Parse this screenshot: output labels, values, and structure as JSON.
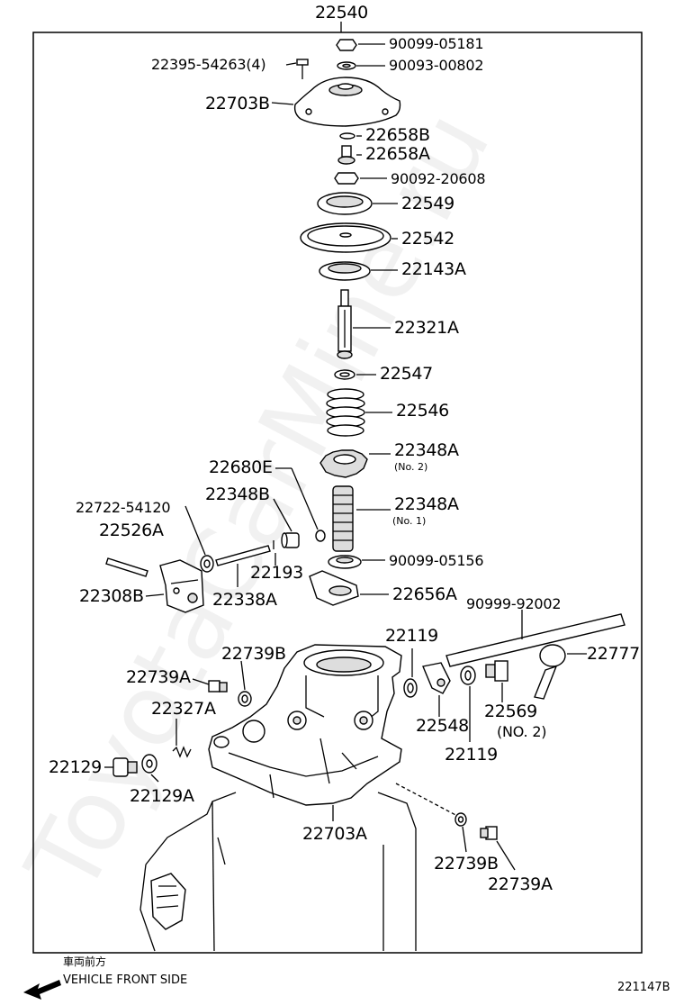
{
  "assembly_number": "22540",
  "parts": [
    {
      "id": "p-90099-05181",
      "label": "90099-05181"
    },
    {
      "id": "p-90093-00802",
      "label": "90093-00802"
    },
    {
      "id": "p-22395-54263",
      "label": "22395-54263(4)"
    },
    {
      "id": "p-22703B",
      "label": "22703B"
    },
    {
      "id": "p-22658B",
      "label": "22658B"
    },
    {
      "id": "p-22658A",
      "label": "22658A"
    },
    {
      "id": "p-90092-20608",
      "label": "90092-20608"
    },
    {
      "id": "p-22549",
      "label": "22549"
    },
    {
      "id": "p-22542",
      "label": "22542"
    },
    {
      "id": "p-22143A",
      "label": "22143A"
    },
    {
      "id": "p-22321A",
      "label": "22321A"
    },
    {
      "id": "p-22547",
      "label": "22547"
    },
    {
      "id": "p-22546",
      "label": "22546"
    },
    {
      "id": "p-22348A-no2",
      "label": "22348A",
      "note": "(No. 2)"
    },
    {
      "id": "p-22680E",
      "label": "22680E"
    },
    {
      "id": "p-22348B",
      "label": "22348B"
    },
    {
      "id": "p-22348A-no1",
      "label": "22348A",
      "note": "(No. 1)"
    },
    {
      "id": "p-22722-54120",
      "label": "22722-54120"
    },
    {
      "id": "p-22526A",
      "label": "22526A"
    },
    {
      "id": "p-90099-05156",
      "label": "90099-05156"
    },
    {
      "id": "p-22193",
      "label": "22193"
    },
    {
      "id": "p-22308B",
      "label": "22308B"
    },
    {
      "id": "p-22338A",
      "label": "22338A"
    },
    {
      "id": "p-22656A",
      "label": "22656A"
    },
    {
      "id": "p-90999-92002",
      "label": "90999-92002"
    },
    {
      "id": "p-22119-top",
      "label": "22119"
    },
    {
      "id": "p-22777",
      "label": "22777"
    },
    {
      "id": "p-22739B-top",
      "label": "22739B"
    },
    {
      "id": "p-22739A-top",
      "label": "22739A"
    },
    {
      "id": "p-22327A",
      "label": "22327A"
    },
    {
      "id": "p-22548",
      "label": "22548"
    },
    {
      "id": "p-22569",
      "label": "22569",
      "note": "(NO. 2)"
    },
    {
      "id": "p-22119-bottom",
      "label": "22119"
    },
    {
      "id": "p-22129",
      "label": "22129"
    },
    {
      "id": "p-22129A",
      "label": "22129A"
    },
    {
      "id": "p-22703A",
      "label": "22703A"
    },
    {
      "id": "p-22739B-bottom",
      "label": "22739B"
    },
    {
      "id": "p-22739A-bottom",
      "label": "22739A"
    }
  ],
  "direction": {
    "japanese": "車両前方",
    "english": "VEHICLE FRONT SIDE"
  },
  "figure_number": "221147B",
  "watermark": "ToyotaCarMine.ru"
}
